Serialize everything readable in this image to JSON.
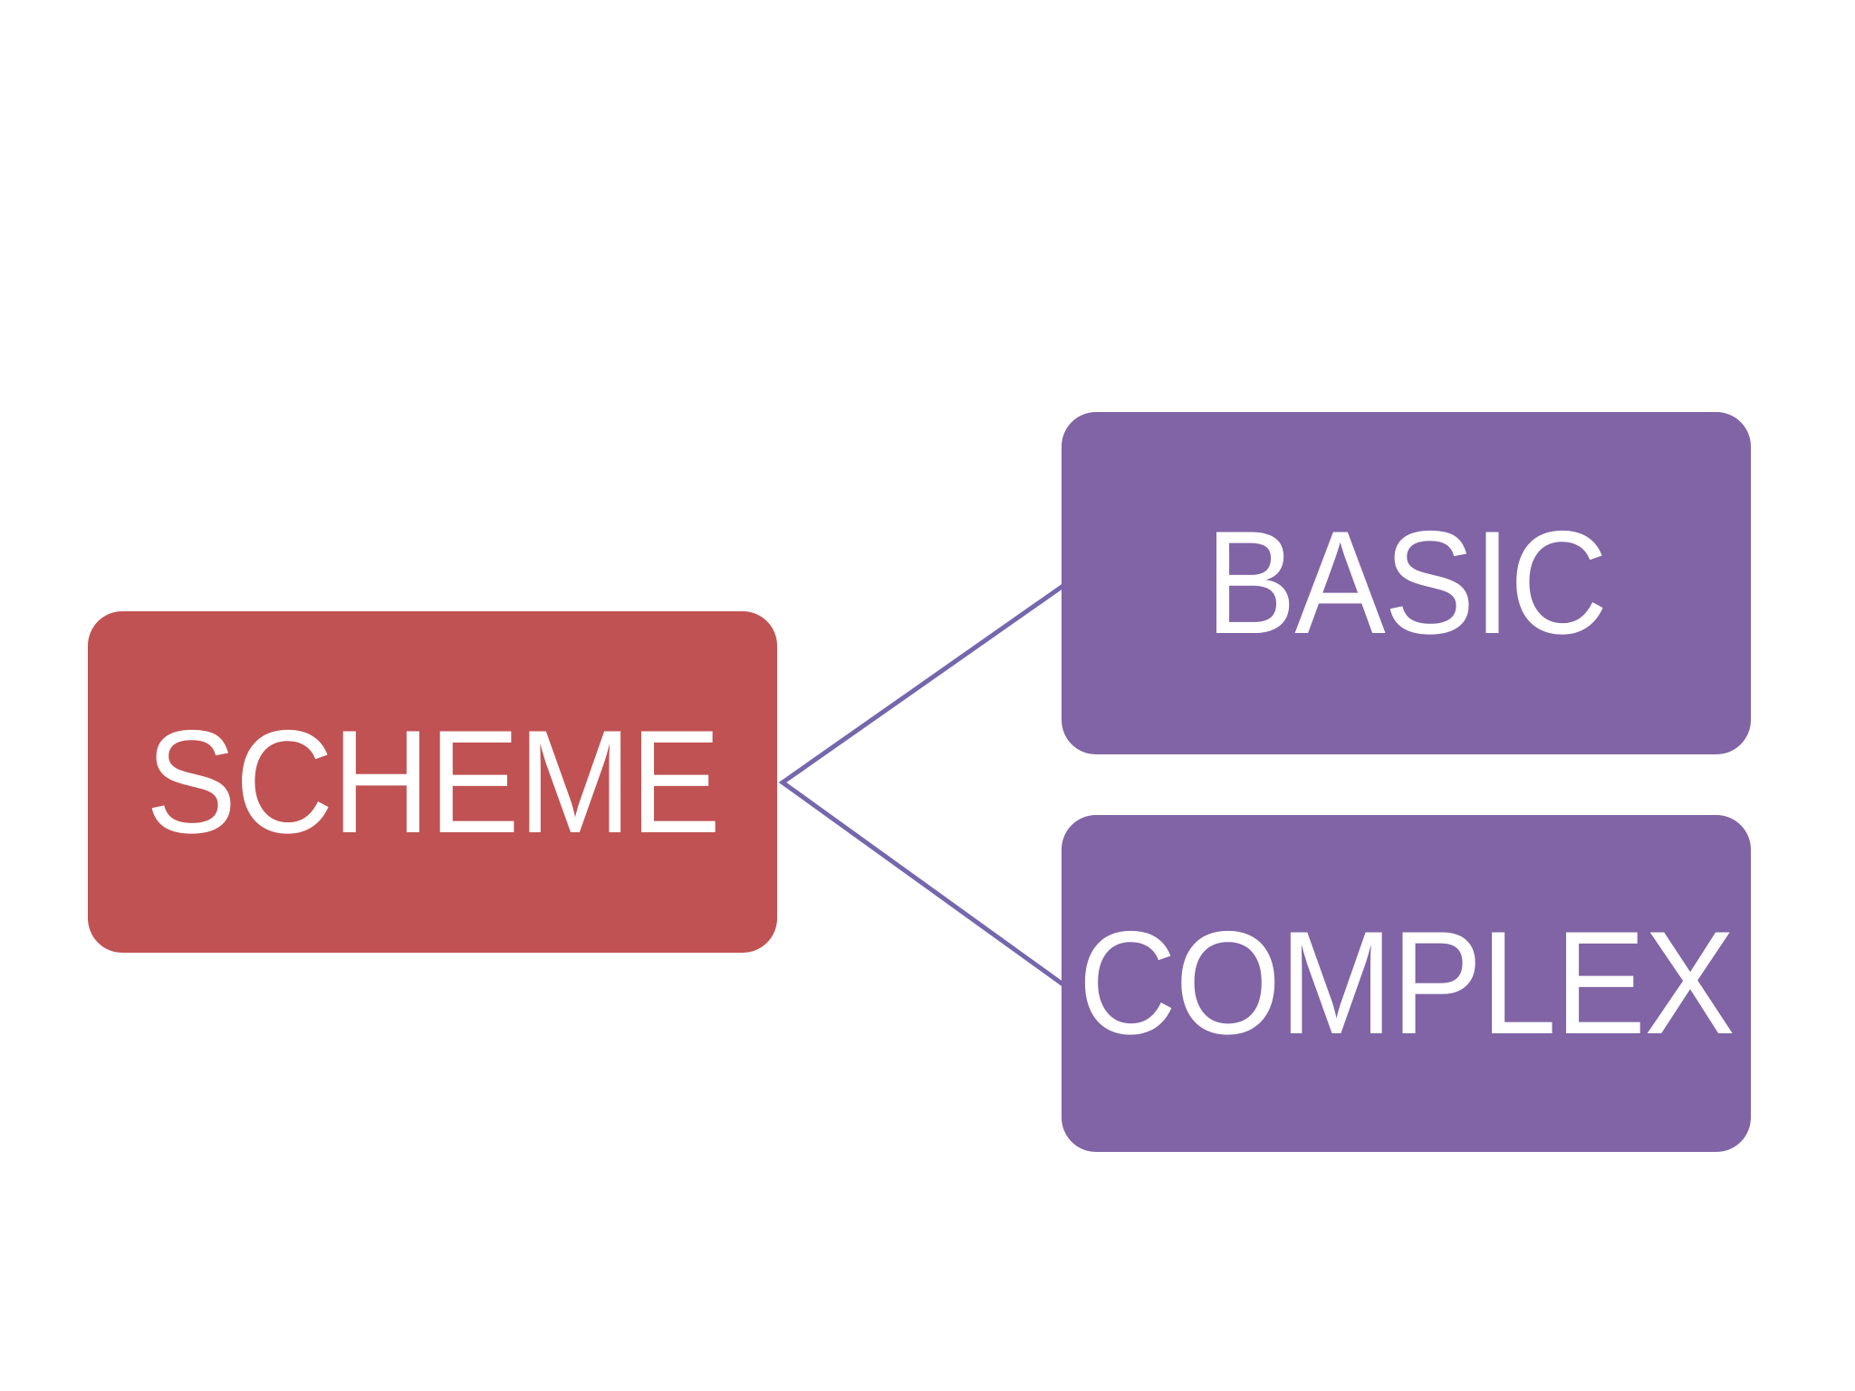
{
  "diagram": {
    "type": "hierarchy-horizontal",
    "root": {
      "label": "SCHEME"
    },
    "children": [
      {
        "label": "BASIC"
      },
      {
        "label": "COMPLEX"
      }
    ]
  },
  "colors": {
    "background": "#FFFFFF",
    "root_fill": "#C05253",
    "child_fill": "#8064A5",
    "connector": "#7566AD",
    "label_text": "#FFFFFF"
  }
}
